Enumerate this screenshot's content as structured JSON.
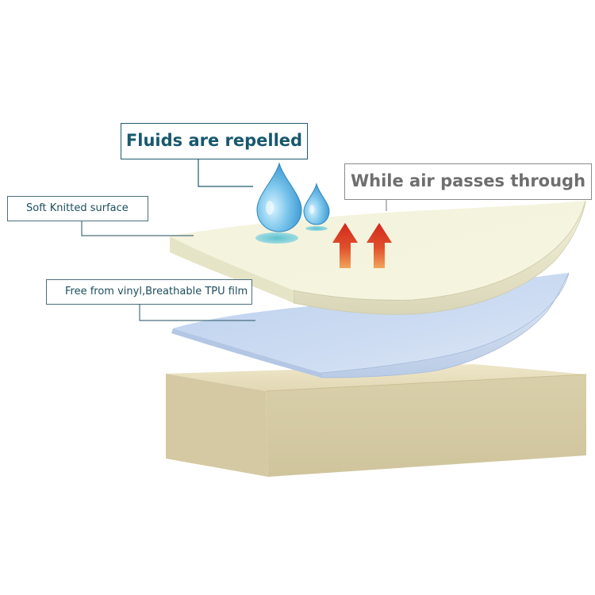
{
  "callouts": {
    "fluids": "Fluids are repelled",
    "air": "While air passes through",
    "soft": "Soft Knitted surface",
    "tpu": "Free from vinyl,Breathable TPU film"
  },
  "colors": {
    "text_dark_teal": "#17586d",
    "text_gray": "#6e6e6e",
    "surface_cream": "#f1f1d8",
    "film_blue": "#c7d7ef",
    "foam_beige": "#ddd4b2",
    "arrow_red": "#d93a22",
    "droplet_blue": "#4aa9dc"
  },
  "icons": [
    "water-droplet-icon",
    "up-arrow-icon"
  ]
}
